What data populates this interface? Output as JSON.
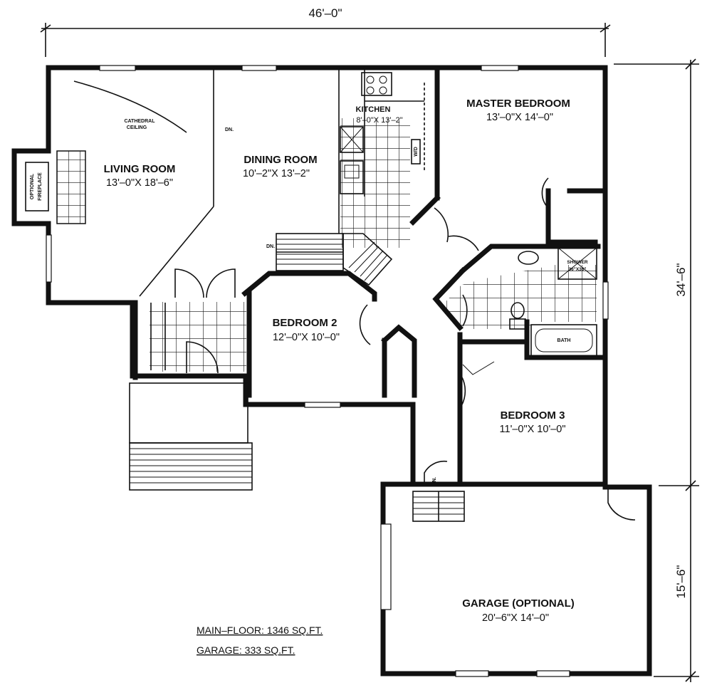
{
  "dimensions": {
    "overall_width": "46'–0\"",
    "overall_depth": "34'–6\"",
    "garage_depth": "15'–6\""
  },
  "rooms": {
    "living_room": {
      "name": "LIVING ROOM",
      "size": "13'–0\"X 18'–6\""
    },
    "dining_room": {
      "name": "DINING ROOM",
      "size": "10'–2\"X 13'–2\""
    },
    "kitchen": {
      "name": "KITCHEN",
      "size": "8'–0\"X 13'–2\""
    },
    "master_bedroom": {
      "name": "MASTER BEDROOM",
      "size": "13'–0\"X 14'–0\""
    },
    "bedroom_2": {
      "name": "BEDROOM 2",
      "size": "12'–0\"X 10'–0\""
    },
    "bedroom_3": {
      "name": "BEDROOM 3",
      "size": "11'–0\"X 10'–0\""
    },
    "garage": {
      "name": "GARAGE (OPTIONAL)",
      "size": "20'–6\"X 14'–0\""
    }
  },
  "notes": {
    "cathedral_1": "CATHEDRAL",
    "cathedral_2": "CEILING",
    "fireplace_1": "OPTIONAL",
    "fireplace_2": "FIREPLACE",
    "dn_dining": "DN.",
    "dn_stairs": "DN.",
    "dn_garage": "DN.",
    "shower_1": "SHOWER",
    "shower_2": "36\"X36\"",
    "bath": "BATH",
    "washer_dryer": "W/D"
  },
  "summary": {
    "main_floor": "MAIN–FLOOR: 1346 SQ.FT.",
    "garage": "GARAGE: 333 SQ.FT."
  }
}
